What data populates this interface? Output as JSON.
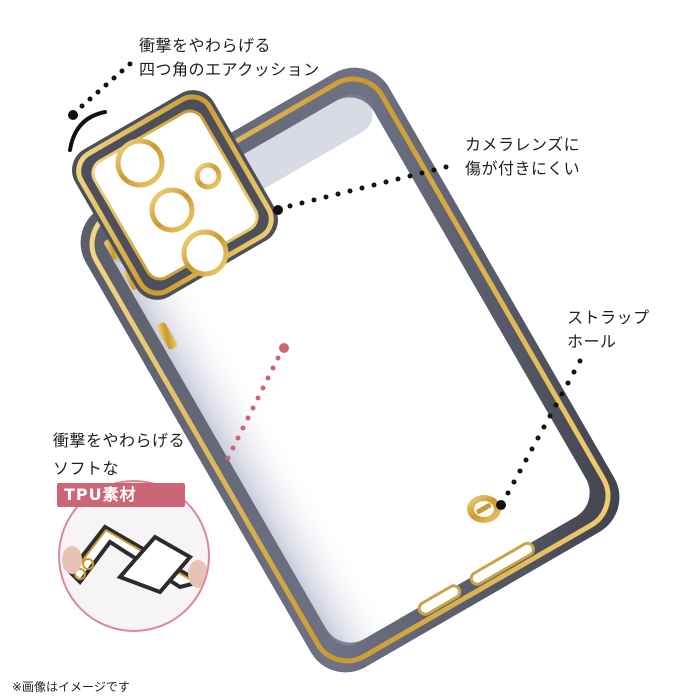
{
  "callouts": {
    "corner_cushion": {
      "line1": "衝撃をやわらげる",
      "line2": "四つ角のエアクッション"
    },
    "camera_lens": {
      "line1": "カメラレンズに",
      "line2": "傷が付きにくい"
    },
    "strap_hole": {
      "line1": "ストラップ",
      "line2": "ホール"
    },
    "tpu_material": {
      "line1": "衝撃をやわらげる",
      "line2_prefix": "ソフトな",
      "badge": "TPU素材"
    }
  },
  "footnote": "※画像はイメージです",
  "colors": {
    "gold": "#d4a93a",
    "frame_gray": "#4a4d57",
    "accent_pink": "#cc6677",
    "dot_black": "#111111"
  }
}
